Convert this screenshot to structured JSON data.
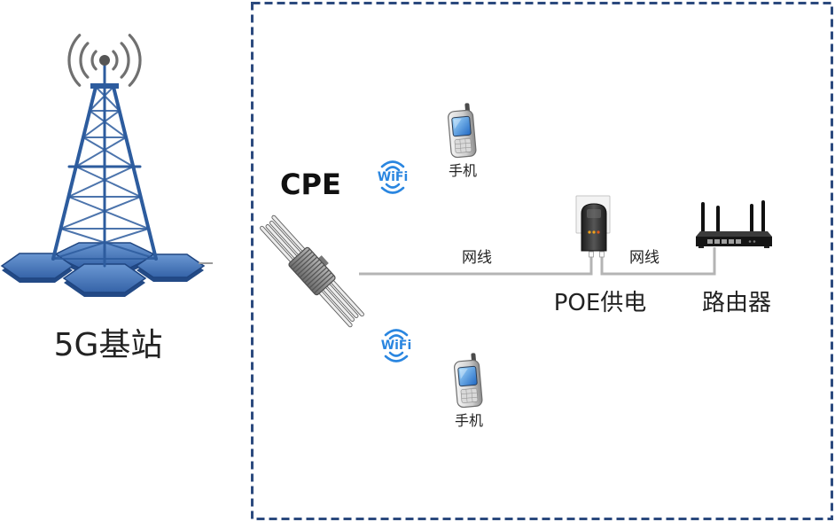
{
  "base_station": {
    "label": "5G基站",
    "icon": "tower-icon",
    "signal_icon": "broadcast-icon"
  },
  "network": {
    "cpe": {
      "label": "CPE",
      "icon": "cpe-device-icon"
    },
    "wifi": [
      {
        "label": "WiFi",
        "icon": "wifi-icon"
      },
      {
        "label": "WiFi",
        "icon": "wifi-icon"
      }
    ],
    "phones": [
      {
        "label": "手机",
        "icon": "phone-icon"
      },
      {
        "label": "手机",
        "icon": "phone-icon"
      }
    ],
    "cables": [
      {
        "label": "网线"
      },
      {
        "label": "网线"
      }
    ],
    "poe": {
      "label": "POE供电",
      "icon": "poe-injector-icon"
    },
    "router": {
      "label": "路由器",
      "icon": "router-icon"
    }
  },
  "colors": {
    "border": "#2c4a7e",
    "wifi": "#2a86e0",
    "cable": "#b4b4b4",
    "tower": "#2d5c9e",
    "text": "#222222"
  }
}
